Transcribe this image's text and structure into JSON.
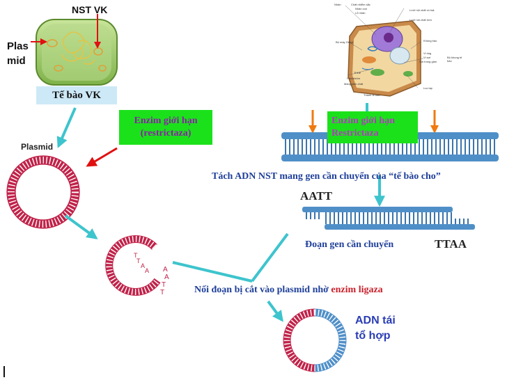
{
  "labels": {
    "nst_vk": "NST VK",
    "plasmid_line1": "Plas",
    "plasmid_line2": "mid",
    "cell_vk": "Tế bào VK",
    "enzyme_left_line1": "Enzim giới hạn",
    "enzyme_left_line2": "(restrictaza)",
    "enzyme_right_line1": "Enzim giới hạn",
    "enzyme_right_line2": "Restrictaza",
    "plasmid_small": "Plasmid",
    "separate_dna": "Tách ADN NST mang gen cần chuyển của “tế bào cho”",
    "aatt": "AATT",
    "ttaa": "TTAA",
    "gene_segment": "Đoạn gen cần chuyển",
    "join_prefix": "Nối đoạn bị cắt vào plasmid nhờ ",
    "join_enzyme": "enzim ligaza",
    "recombinant_line1": "ADN tái",
    "recombinant_line2": "tổ hợp",
    "open_plasmid_letters": [
      "T",
      "T",
      "A",
      "A",
      "A",
      "A",
      "T",
      "T"
    ],
    "cell_diagram_labels": [
      "Nhân",
      "Chất nhiễm sắc",
      "Nhân con",
      "Lỗ nhân",
      "Lưới nội chất có hạt",
      "Lưới nội chất trơn",
      "Bộ máy Gôngi",
      "Không bào",
      "Vi ống",
      "Vi sợi",
      "Sợi trung gian",
      "Bộ khung tế bào",
      "Ti thể",
      "Peroxixôm",
      "Màng sinh chất",
      "Lục lạp",
      "Thành tế bào"
    ]
  },
  "colors": {
    "green_label": "#1be11b",
    "enzyme_text": "#8b1fa8",
    "blue_text": "#1f3f9a",
    "red_text": "#c8202a",
    "plasmid": "#c0234a",
    "dna_blue": "#4f8fc8",
    "arrow_cyan": "#3ec4cd",
    "arrow_red": "#e01010",
    "arrow_orange": "#f07a10"
  }
}
